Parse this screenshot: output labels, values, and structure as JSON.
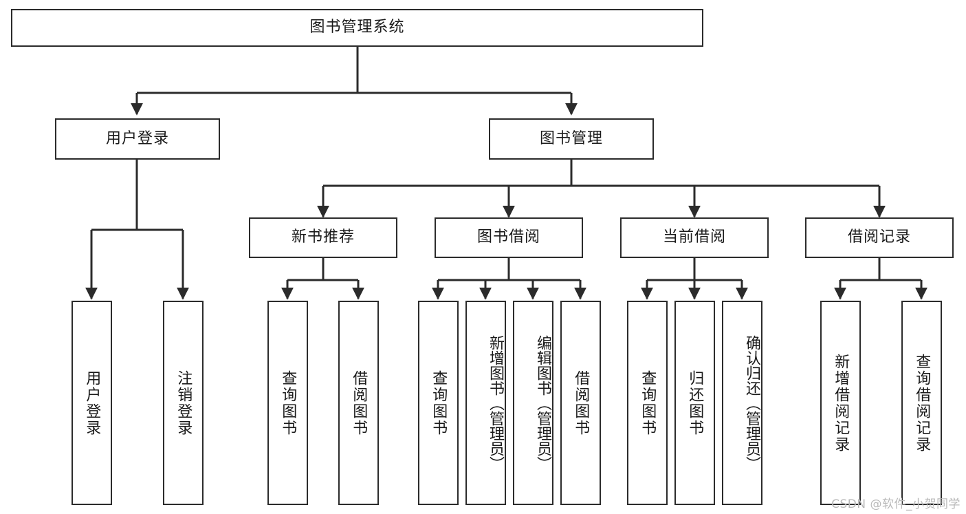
{
  "diagram": {
    "title": "图书管理系统",
    "watermark": "CSDN @软件_小贺同学",
    "colors": {
      "background": "#ffffff",
      "border": "#2b2b2b",
      "text": "#1a1a1a",
      "connector": "#2b2b2b",
      "watermark": "#b9b9b9"
    },
    "root": {
      "label": "图书管理系统"
    },
    "level2": [
      {
        "id": "user-login",
        "label": "用户登录"
      },
      {
        "id": "book-management",
        "label": "图书管理"
      }
    ],
    "level3": [
      {
        "id": "new-book-recommend",
        "label": "新书推荐",
        "parent": "book-management"
      },
      {
        "id": "book-borrow",
        "label": "图书借阅",
        "parent": "book-management"
      },
      {
        "id": "current-borrow",
        "label": "当前借阅",
        "parent": "book-management"
      },
      {
        "id": "borrow-record",
        "label": "借阅记录",
        "parent": "book-management"
      }
    ],
    "leaves": [
      {
        "id": "leaf-user-login",
        "label": "用户登录",
        "parent": "user-login"
      },
      {
        "id": "leaf-logout",
        "label": "注销登录",
        "parent": "user-login"
      },
      {
        "id": "leaf-query-book-1",
        "label": "查询图书",
        "parent": "new-book-recommend"
      },
      {
        "id": "leaf-borrow-book-1",
        "label": "借阅图书",
        "parent": "new-book-recommend"
      },
      {
        "id": "leaf-query-book-2",
        "label": "查询图书",
        "parent": "book-borrow"
      },
      {
        "id": "leaf-add-book",
        "label": "新增图书（管理员）",
        "parent": "book-borrow"
      },
      {
        "id": "leaf-edit-book",
        "label": "编辑图书（管理员）",
        "parent": "book-borrow"
      },
      {
        "id": "leaf-borrow-book-2",
        "label": "借阅图书",
        "parent": "book-borrow"
      },
      {
        "id": "leaf-query-book-3",
        "label": "查询图书",
        "parent": "current-borrow"
      },
      {
        "id": "leaf-return-book",
        "label": "归还图书",
        "parent": "current-borrow"
      },
      {
        "id": "leaf-confirm-return",
        "label": "确认归还（管理员）",
        "parent": "current-borrow"
      },
      {
        "id": "leaf-add-record",
        "label": "新增借阅记录",
        "parent": "borrow-record"
      },
      {
        "id": "leaf-query-record",
        "label": "查询借阅记录",
        "parent": "borrow-record"
      }
    ]
  }
}
